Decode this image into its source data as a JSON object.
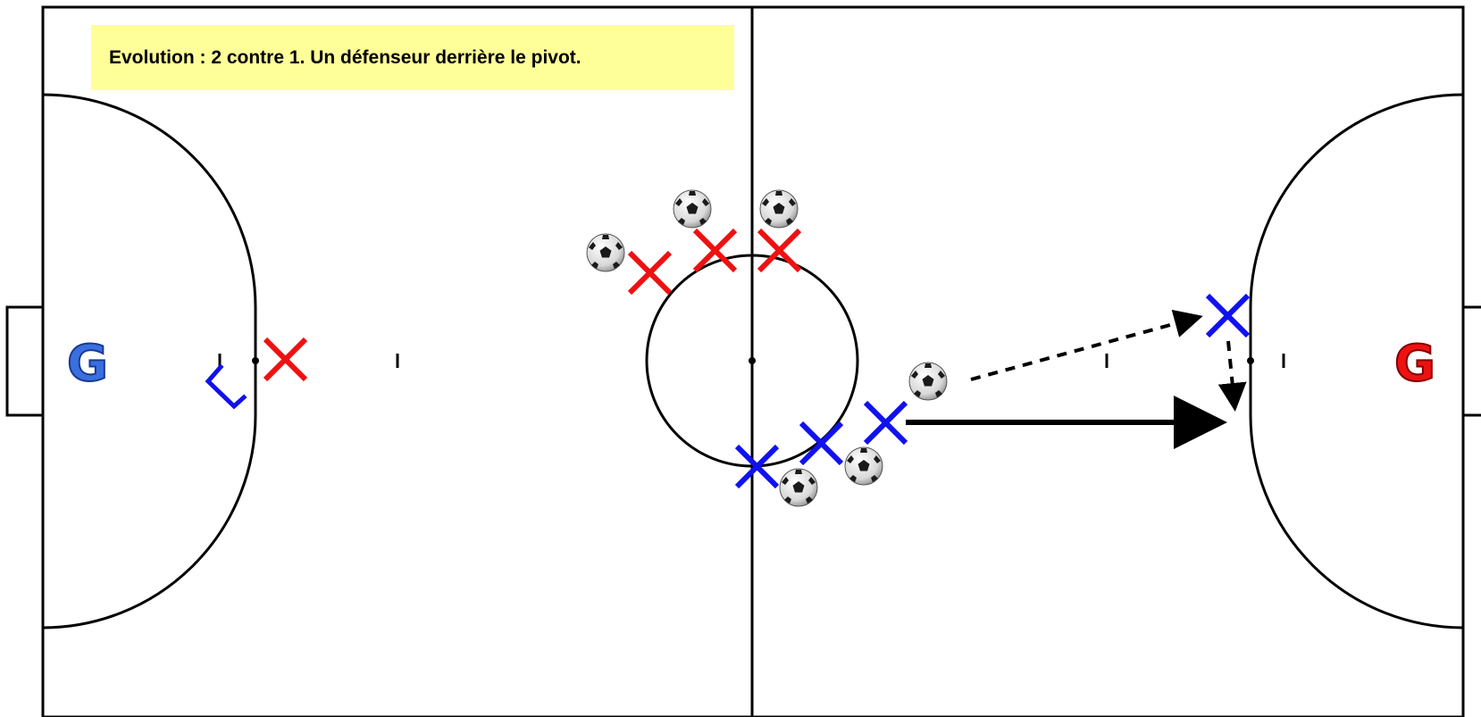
{
  "caption": "Evolution : 2 contre 1. Un défenseur derrière le pivot.",
  "goals": {
    "left": {
      "letter": "G",
      "color": "#3a6fe0"
    },
    "right": {
      "letter": "G",
      "color": "#ee1111"
    }
  },
  "colors": {
    "line": "#000000",
    "team_red": "#ee1111",
    "team_blue": "#1111ee",
    "caption_bg": "#ffff99"
  },
  "icons": {
    "player": "cross-marker",
    "ball": "soccer-ball-icon",
    "cone": "defender-marker"
  }
}
